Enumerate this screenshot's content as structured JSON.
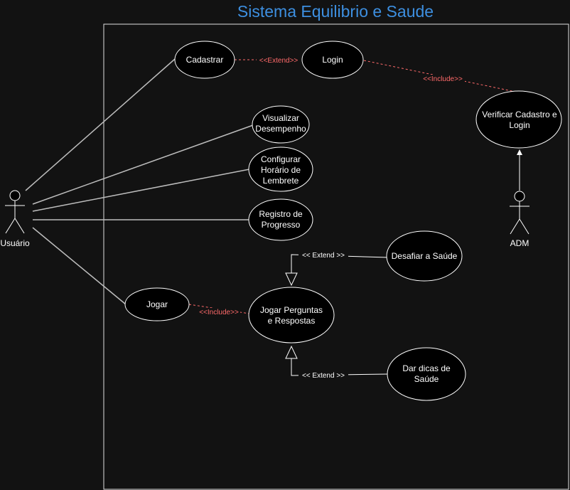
{
  "title": "Sistema Equilibrio e Saude",
  "actors": {
    "usuario": "Usuário",
    "adm": "ADM"
  },
  "use_cases": {
    "cadastrar": "Cadastrar",
    "login": "Login",
    "verificar_line1": "Verificar  Cadastro e",
    "verificar_line2": "Login",
    "visualizar_line1": "Visualizar",
    "visualizar_line2": "Desempenho",
    "configurar_line1": "Configurar",
    "configurar_line2": "Horário de",
    "configurar_line3": "Lembrete",
    "registro_line1": "Registro de",
    "registro_line2": "Progresso",
    "jogar": "Jogar",
    "jogar_perguntas_line1": "Jogar Perguntas",
    "jogar_perguntas_line2": "e Respostas",
    "desafiar": "Desafiar a Saúde",
    "dicas_line1": "Dar dicas de",
    "dicas_line2": "Saúde"
  },
  "relations": {
    "extend_login": "<<Extend>>",
    "include_verificar": "<<Include>>",
    "include_jogar": "<<Include>>",
    "extend_desafiar": "<< Extend >>",
    "extend_dicas": "<< Extend >>"
  },
  "colors": {
    "background": "#121212",
    "title": "#3d8fe0",
    "include_extend_red": "#ff6a6a"
  }
}
